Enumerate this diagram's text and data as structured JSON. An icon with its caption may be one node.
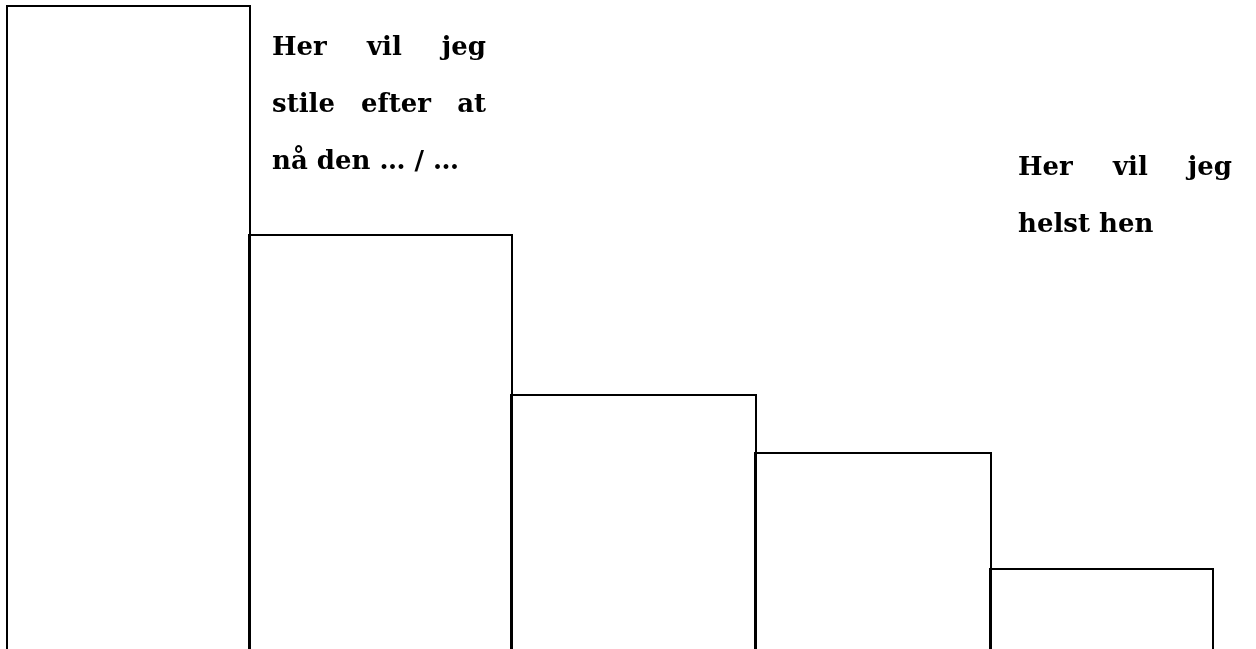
{
  "diagram": {
    "nodes": [
      {
        "text": [],
        "shape": "bar"
      },
      {
        "text": [],
        "shape": "bar"
      },
      {
        "text": [],
        "shape": "bar"
      },
      {
        "text": [],
        "shape": "bar"
      },
      {
        "text": [],
        "shape": "bar"
      }
    ],
    "labels": [
      "Her vil jeg stile efter at nå den … / …",
      "Her vil jeg helst hen"
    ]
  }
}
